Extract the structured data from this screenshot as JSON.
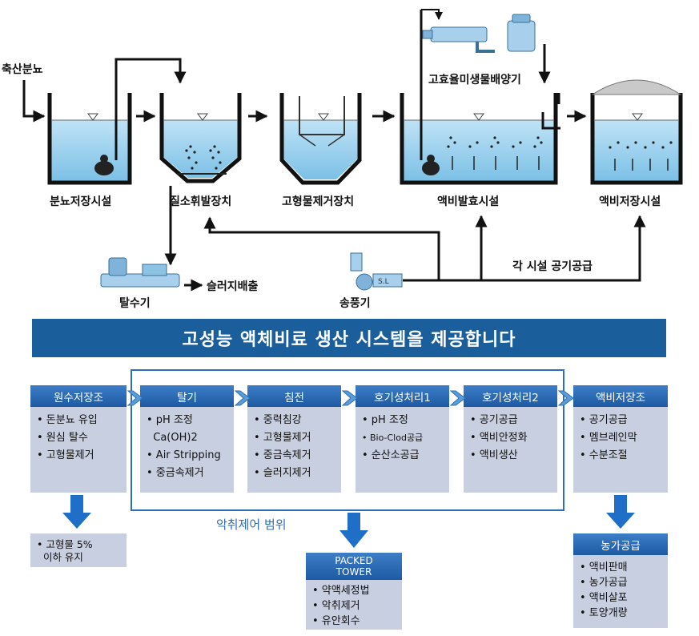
{
  "process": {
    "inflow_label": "축산분뇨",
    "culture_label": "고효율미생물배양기",
    "units": [
      {
        "id": "manure-storage",
        "label": "분뇨저장시설"
      },
      {
        "id": "nitrogen-stripper",
        "label": "질소휘발장치"
      },
      {
        "id": "solids-removal",
        "label": "고형물제거장치"
      },
      {
        "id": "fermentation",
        "label": "액비발효시설"
      },
      {
        "id": "liquid-storage",
        "label": "액비저장시설"
      }
    ],
    "dehydrator_label": "탈수기",
    "sludge_label": "슬러지배출",
    "blower_label": "송풍기",
    "blower_tag": "S.L",
    "air_supply_label": "각 시설 공기공급"
  },
  "banner": "고성능 액체비료 생산 시스템을 제공합니다",
  "steps": [
    {
      "title": "원수저장조",
      "items": [
        "• 돈분뇨 유입",
        "• 원심 탈수",
        "•  고형물제거"
      ]
    },
    {
      "title": "탈기",
      "items": [
        "• pH 조정",
        "  Ca(OH)2",
        "• Air Stripping",
        "• 중금속제거"
      ]
    },
    {
      "title": "침전",
      "items": [
        "• 중력침강",
        "• 고형물제거",
        "• 중금속제거",
        "• 슬러지제거"
      ]
    },
    {
      "title": "호기성처리1",
      "items": [
        "• pH 조정",
        "• Bio-Clod공급",
        "• 순산소공급"
      ]
    },
    {
      "title": "호기성처리2",
      "items": [
        "• 공기공급",
        "• 액비안정화",
        "• 액비생산"
      ]
    },
    {
      "title": "액비저장조",
      "items": [
        "• 공기공급",
        "• 멤브레인막",
        "• 수분조절"
      ]
    }
  ],
  "scope_label": "악취제어 범위",
  "note_left": [
    "• 고형물 5%",
    "  이하 유지"
  ],
  "packed": {
    "title_1": "PACKED",
    "title_2": "TOWER",
    "items": [
      "• 약액세정법",
      "• 악취제거",
      "• 유안회수"
    ]
  },
  "farm": {
    "title": "농가공급",
    "items": [
      "• 액비판매",
      "• 농가공급",
      "• 액비살포",
      "• 토양개량"
    ]
  },
  "colors": {
    "water": "#9fd3ee",
    "frame": "#111111",
    "header": "#1d5aa3",
    "card": "#c7cfe0",
    "banner": "#1a5f9c",
    "down_arrow": "#1f6fc8"
  }
}
